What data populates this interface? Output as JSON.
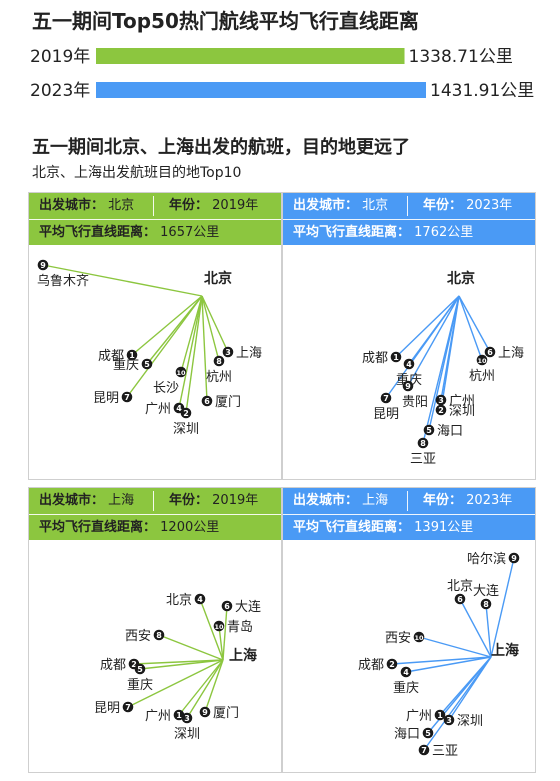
{
  "header": {
    "title": "五一期间Top50热门航线平均飞行直线距离",
    "section_title": "五一期间北京、上海出发的航班，目的地更远了",
    "subtitle": "北京、上海出发航班目的地Top10"
  },
  "labels": {
    "origin": "出发城市",
    "year": "年份",
    "avg": "平均飞行直线距离",
    "colon": "："
  },
  "colors": {
    "green": "#8cc63f",
    "blue": "#4a9af5",
    "dark": "#1a1a1a"
  },
  "chart_data": [
    {
      "type": "bar",
      "title": "五一期间Top50热门航线平均飞行直线距离",
      "categories": [
        "2019年",
        "2023年"
      ],
      "values": [
        1338.71,
        1431.91
      ],
      "value_labels": [
        "1338.71公里",
        "1431.91公里"
      ],
      "unit": "公里",
      "colors": [
        "#8cc63f",
        "#4a9af5"
      ]
    },
    {
      "type": "diagram",
      "origin": "北京",
      "year": "2019年",
      "avg_distance": "1657公里",
      "color": "#8cc63f",
      "destinations": [
        {
          "rank": "1",
          "city": "成都"
        },
        {
          "rank": "2",
          "city": "深圳"
        },
        {
          "rank": "3",
          "city": "上海"
        },
        {
          "rank": "4",
          "city": "广州"
        },
        {
          "rank": "5",
          "city": "重庆"
        },
        {
          "rank": "6",
          "city": "厦门"
        },
        {
          "rank": "7",
          "city": "昆明"
        },
        {
          "rank": "8",
          "city": "杭州"
        },
        {
          "rank": "9",
          "city": "乌鲁木齐"
        },
        {
          "rank": "10",
          "city": "长沙"
        }
      ]
    },
    {
      "type": "diagram",
      "origin": "北京",
      "year": "2023年",
      "avg_distance": "1762公里",
      "color": "#4a9af5",
      "destinations": [
        {
          "rank": "1",
          "city": "成都"
        },
        {
          "rank": "2",
          "city": "深圳"
        },
        {
          "rank": "3",
          "city": "广州"
        },
        {
          "rank": "4",
          "city": "重庆"
        },
        {
          "rank": "5",
          "city": "海口"
        },
        {
          "rank": "6",
          "city": "上海"
        },
        {
          "rank": "7",
          "city": "昆明"
        },
        {
          "rank": "8",
          "city": "三亚"
        },
        {
          "rank": "9",
          "city": "贵阳"
        },
        {
          "rank": "10",
          "city": "杭州"
        }
      ]
    },
    {
      "type": "diagram",
      "origin": "上海",
      "year": "2019年",
      "avg_distance": "1200公里",
      "color": "#8cc63f",
      "destinations": [
        {
          "rank": "1",
          "city": "广州"
        },
        {
          "rank": "2",
          "city": "成都"
        },
        {
          "rank": "3",
          "city": "深圳"
        },
        {
          "rank": "4",
          "city": "北京"
        },
        {
          "rank": "5",
          "city": "重庆"
        },
        {
          "rank": "6",
          "city": "大连"
        },
        {
          "rank": "7",
          "city": "昆明"
        },
        {
          "rank": "8",
          "city": "西安"
        },
        {
          "rank": "9",
          "city": "厦门"
        },
        {
          "rank": "10",
          "city": "青岛"
        }
      ]
    },
    {
      "type": "diagram",
      "origin": "上海",
      "year": "2023年",
      "avg_distance": "1391公里",
      "color": "#4a9af5",
      "destinations": [
        {
          "rank": "1",
          "city": "广州"
        },
        {
          "rank": "2",
          "city": "成都"
        },
        {
          "rank": "3",
          "city": "深圳"
        },
        {
          "rank": "4",
          "city": "重庆"
        },
        {
          "rank": "5",
          "city": "海口"
        },
        {
          "rank": "6",
          "city": "北京"
        },
        {
          "rank": "7",
          "city": "三亚"
        },
        {
          "rank": "8",
          "city": "大连"
        },
        {
          "rank": "9",
          "city": "哈尔滨"
        },
        {
          "rank": "10",
          "city": "西安"
        }
      ]
    }
  ]
}
